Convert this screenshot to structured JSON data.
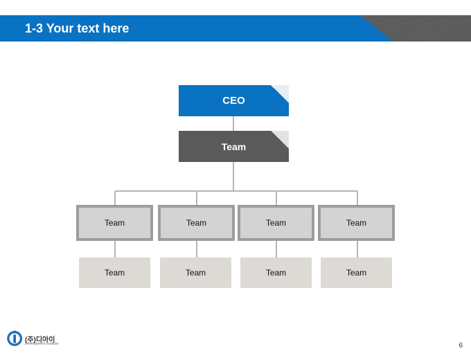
{
  "header": {
    "title": "1-3 Your text here"
  },
  "org": {
    "ceo": "CEO",
    "top_team": "Team",
    "mid_teams": [
      "Team",
      "Team",
      "Team",
      "Team"
    ],
    "bottom_teams": [
      "Team",
      "Team",
      "Team",
      "Team"
    ]
  },
  "logo": {
    "name": "(주)디아이",
    "sub": "Development Institute"
  },
  "page_number": "6",
  "colors": {
    "blue": "#0a72c2",
    "dark_gray": "#5a5a5a",
    "mid_gray": "#d3d3d3",
    "light_gray": "#ddd9d5"
  }
}
